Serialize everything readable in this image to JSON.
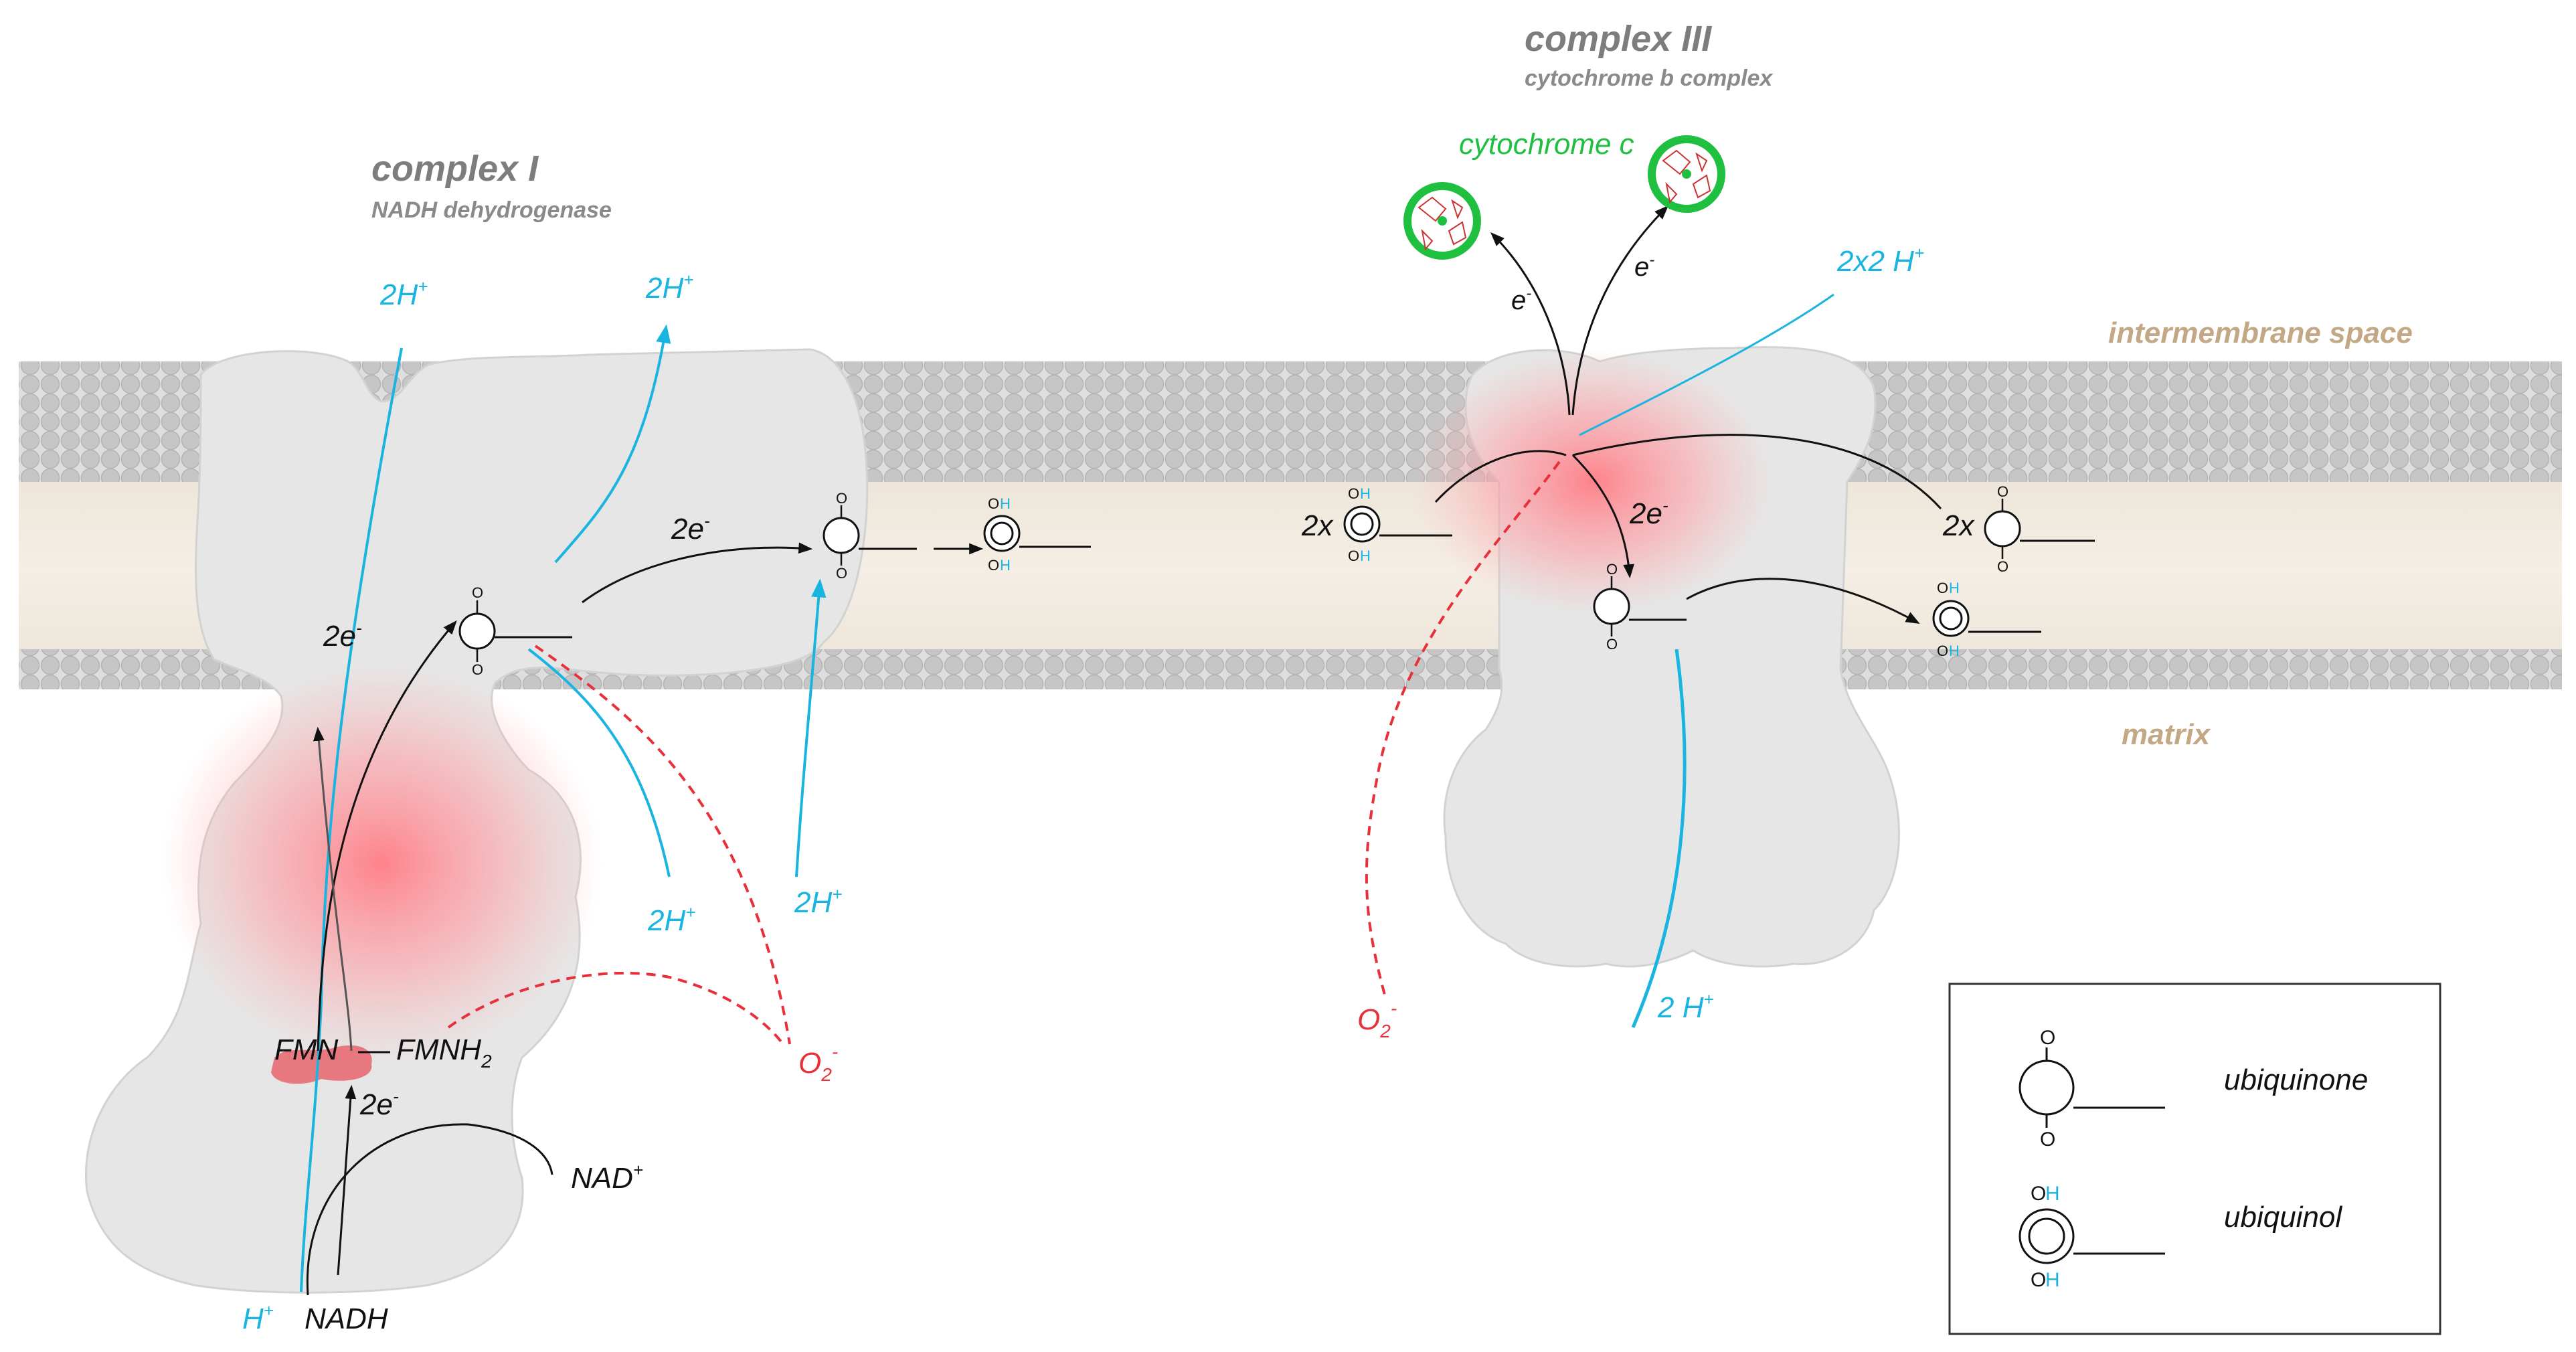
{
  "complex1": {
    "title": "complex I",
    "subtitle": "NADH dehydrogenase"
  },
  "complex3": {
    "title": "complex III",
    "subtitle": "cytochrome b complex"
  },
  "regions": {
    "intermembrane": "intermembrane space",
    "matrix": "matrix"
  },
  "cytochrome_c": "cytochrome c",
  "labels": {
    "h_2": "2H",
    "h_plus": "+",
    "h_2x2": "2x2 H",
    "h_2_space": "2 H",
    "h_single": "H",
    "two_e": "2e",
    "e": "e",
    "minus": "-",
    "two_x": "2x",
    "fmn": "FMN",
    "fmnh": "FMNH",
    "sub2": "2",
    "nad": "NAD",
    "nadh": "NADH",
    "o2": "O",
    "atom_o": "O",
    "atom_h": "H"
  },
  "legend": {
    "ubiquinone": "ubiquinone",
    "ubiquinol": "ubiquinol"
  },
  "colors": {
    "proton": "#19b5e0",
    "superoxide": "#e8303a",
    "cytochrome": "#1fbf3f",
    "region": "#c3a885",
    "protein": "#e6e6e6",
    "lipid": "#c8c8c8"
  }
}
